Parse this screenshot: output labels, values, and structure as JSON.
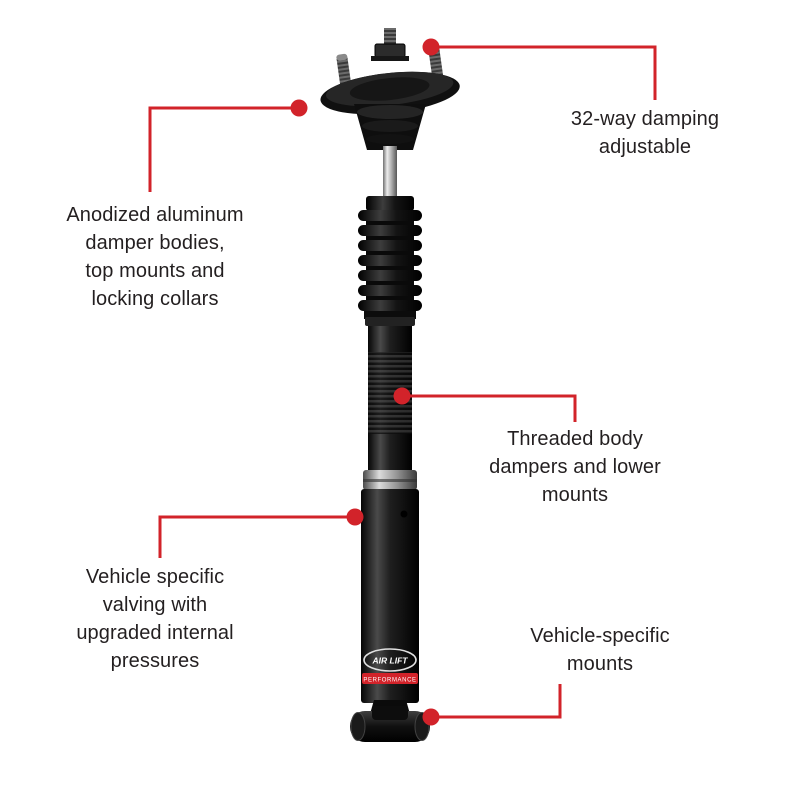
{
  "colors": {
    "accent": "#d2232a",
    "text": "#231f20",
    "background": "#ffffff"
  },
  "product": {
    "logo_line1": "AIR LIFT",
    "logo_line2": "PERFORMANCE"
  },
  "callouts": {
    "damping": {
      "text": "32-way damping\nadjustable"
    },
    "anodized": {
      "text": "Anodized aluminum\ndamper bodies,\ntop mounts and\nlocking collars"
    },
    "threaded": {
      "text": "Threaded body\ndampers and lower\nmounts"
    },
    "valving": {
      "text": "Vehicle specific\nvalving with\nupgraded internal\npressures"
    },
    "mounts": {
      "text": "Vehicle-specific\nmounts"
    }
  }
}
